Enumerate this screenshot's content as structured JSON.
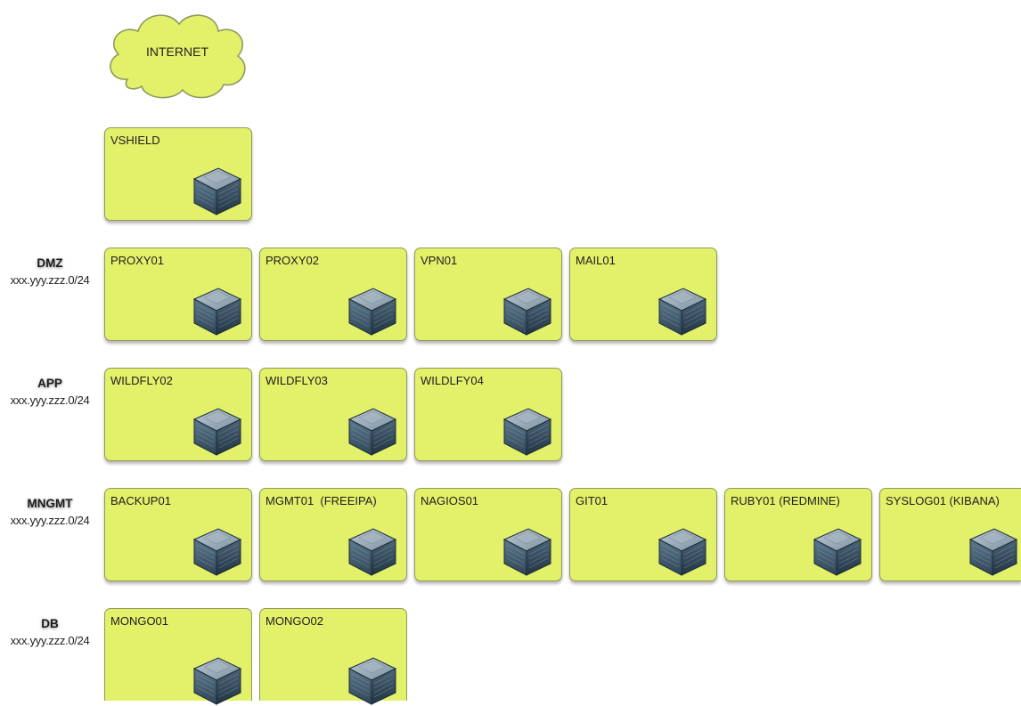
{
  "internet": {
    "label": "INTERNET"
  },
  "vshield": {
    "label": "VSHIELD",
    "icon": "server-icon"
  },
  "segments": [
    {
      "name": "DMZ",
      "subnet": "xxx.yyy.zzz.0/24",
      "nodes": [
        {
          "label": "PROXY01"
        },
        {
          "label": "PROXY02"
        },
        {
          "label": "VPN01"
        },
        {
          "label": "MAIL01"
        }
      ]
    },
    {
      "name": "APP",
      "subnet": "xxx.yyy.zzz.0/24",
      "nodes": [
        {
          "label": "WILDFLY02"
        },
        {
          "label": "WILDFLY03"
        },
        {
          "label": "WILDLFY04"
        }
      ]
    },
    {
      "name": "MNGMT",
      "subnet": "xxx.yyy.zzz.0/24",
      "nodes": [
        {
          "label": "BACKUP01"
        },
        {
          "label": "MGMT01  (FREEIPA)"
        },
        {
          "label": "NAGIOS01"
        },
        {
          "label": "GIT01"
        },
        {
          "label": "RUBY01 (REDMINE)"
        },
        {
          "label": "SYSLOG01 (KIBANA)"
        }
      ]
    },
    {
      "name": "DB",
      "subnet": "xxx.yyy.zzz.0/24",
      "nodes": [
        {
          "label": "MONGO01"
        },
        {
          "label": "MONGO02"
        }
      ]
    }
  ],
  "colors": {
    "node_fill": "#e2f06a",
    "node_border": "#8f9a5c",
    "server": "#3f5a6e"
  }
}
